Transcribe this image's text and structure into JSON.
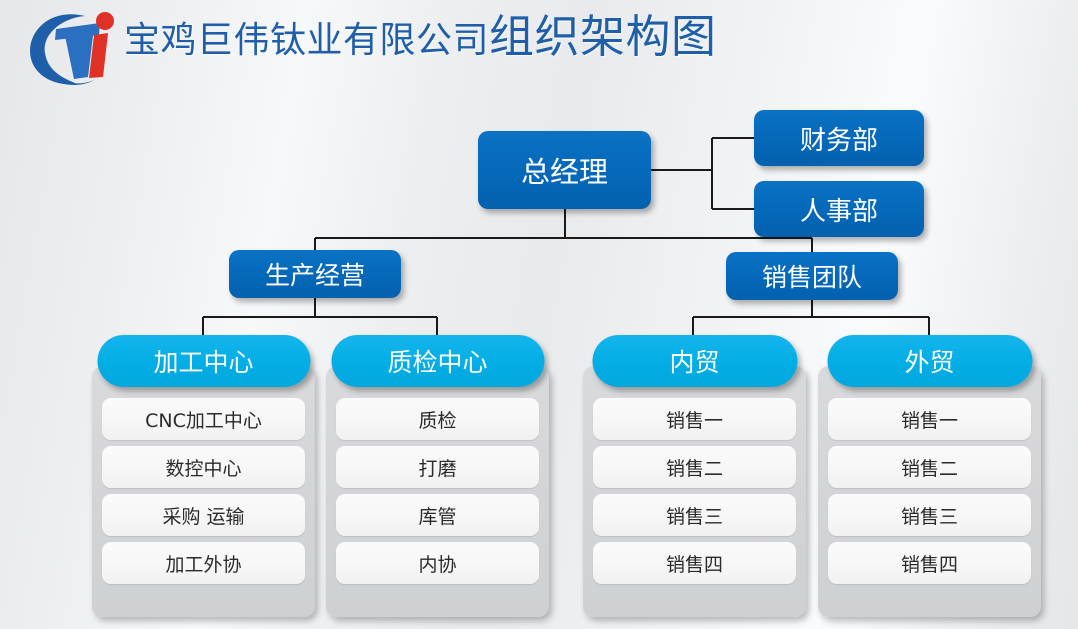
{
  "header": {
    "logo_name": "company-logo-icon",
    "title_company": "宝鸡巨伟钛业有限公司",
    "title_subject": "组织架构图"
  },
  "colors": {
    "primary_blue": "#0568b9",
    "accent_cyan": "#02aee5",
    "title_blue": "#1f5fa9",
    "column_gray": "#d3d4d6",
    "item_white": "#f6f6f6",
    "connector_black": "#1a1a1a",
    "logo_blue": "#1f5fa9",
    "logo_red": "#e03127"
  },
  "chart": {
    "type": "org-chart",
    "root": {
      "label": "总经理"
    },
    "staff": [
      {
        "label": "财务部"
      },
      {
        "label": "人事部"
      }
    ],
    "divisions": [
      {
        "label": "生产经营"
      },
      {
        "label": "销售团队"
      }
    ],
    "columns": [
      {
        "head": "加工中心",
        "parent": "生产经营",
        "items": [
          "CNC加工中心",
          "数控中心",
          "采购 运输",
          "加工外协"
        ]
      },
      {
        "head": "质检中心",
        "parent": "生产经营",
        "items": [
          "质检",
          "打磨",
          "库管",
          "内协"
        ]
      },
      {
        "head": "内贸",
        "parent": "销售团队",
        "items": [
          "销售一",
          "销售二",
          "销售三",
          "销售四"
        ]
      },
      {
        "head": "外贸",
        "parent": "销售团队",
        "items": [
          "销售一",
          "销售二",
          "销售三",
          "销售四"
        ]
      }
    ]
  }
}
